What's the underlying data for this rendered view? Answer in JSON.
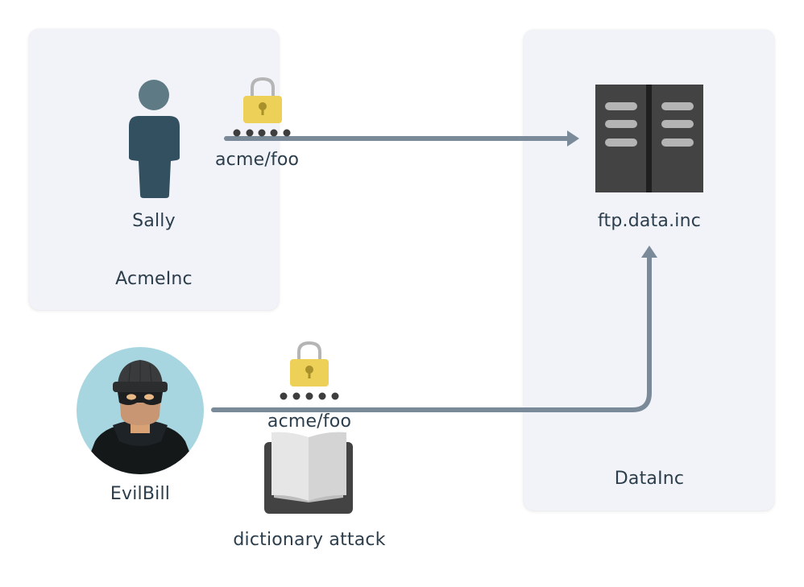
{
  "diagram": {
    "title": "",
    "colors": {
      "card_background": "#f2f3f9",
      "text": "#2c3e4c",
      "connector": "#7a8a98",
      "lock_body": "#ecd057",
      "lock_shackle": "#b5b5b5",
      "keyhole": "#a8902a",
      "password_dots": "#3e3e3e",
      "server": "#434343",
      "server_slots": "#b4b4b4",
      "person_head": "#5e7a84",
      "person_body": "#335060",
      "avatar_bg": "#a7d6e0"
    },
    "groups": [
      {
        "id": "acme",
        "label": "AcmeInc"
      },
      {
        "id": "data",
        "label": "DataInc"
      }
    ],
    "nodes": {
      "sally": {
        "label": "Sally",
        "icon": "person-icon",
        "group": "acme"
      },
      "server": {
        "label": "ftp.data.inc",
        "icon": "server-icon",
        "group": "data"
      },
      "evilbill": {
        "label": "EvilBill",
        "icon": "burglar-avatar-icon"
      },
      "dictionary": {
        "label": "dictionary attack",
        "icon": "open-book-icon"
      }
    },
    "edges": [
      {
        "from": "sally",
        "to": "server",
        "credential": "acme/foo",
        "icons": [
          "padlock-icon",
          "password-dots-icon"
        ],
        "password_mask": "•••••"
      },
      {
        "from": "evilbill",
        "to": "server",
        "credential": "acme/foo",
        "icons": [
          "padlock-icon",
          "password-dots-icon"
        ],
        "password_mask": "•••••"
      }
    ]
  }
}
